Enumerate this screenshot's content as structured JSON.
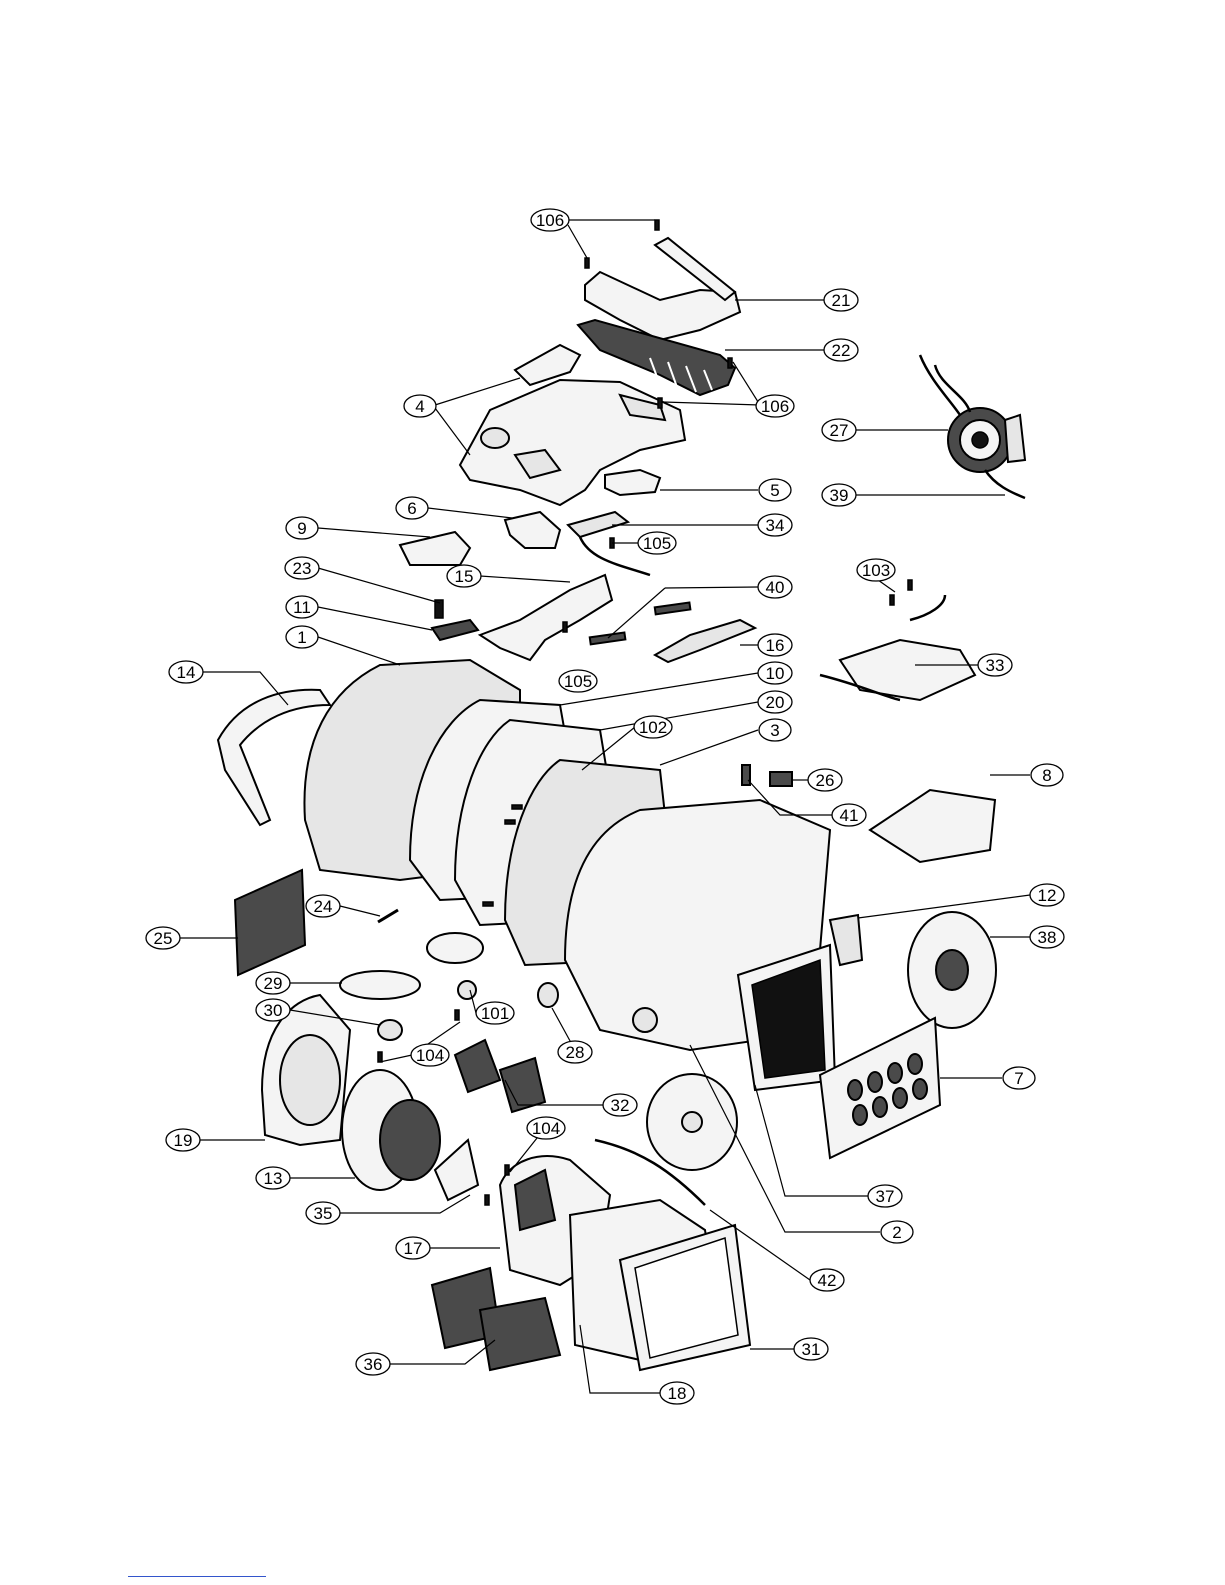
{
  "callouts": [
    {
      "id": "106"
    },
    {
      "id": "21"
    },
    {
      "id": "22"
    },
    {
      "id": "4"
    },
    {
      "id": "27"
    },
    {
      "id": "5"
    },
    {
      "id": "39"
    },
    {
      "id": "6"
    },
    {
      "id": "34"
    },
    {
      "id": "9"
    },
    {
      "id": "105"
    },
    {
      "id": "23"
    },
    {
      "id": "15"
    },
    {
      "id": "40"
    },
    {
      "id": "103"
    },
    {
      "id": "11"
    },
    {
      "id": "16"
    },
    {
      "id": "1"
    },
    {
      "id": "14"
    },
    {
      "id": "33"
    },
    {
      "id": "10"
    },
    {
      "id": "20"
    },
    {
      "id": "102"
    },
    {
      "id": "3"
    },
    {
      "id": "26"
    },
    {
      "id": "8"
    },
    {
      "id": "41"
    },
    {
      "id": "12"
    },
    {
      "id": "24"
    },
    {
      "id": "38"
    },
    {
      "id": "25"
    },
    {
      "id": "29"
    },
    {
      "id": "30"
    },
    {
      "id": "101"
    },
    {
      "id": "104"
    },
    {
      "id": "28"
    },
    {
      "id": "7"
    },
    {
      "id": "32"
    },
    {
      "id": "19"
    },
    {
      "id": "13"
    },
    {
      "id": "37"
    },
    {
      "id": "35"
    },
    {
      "id": "2"
    },
    {
      "id": "17"
    },
    {
      "id": "42"
    },
    {
      "id": "31"
    },
    {
      "id": "36"
    },
    {
      "id": "18"
    }
  ]
}
